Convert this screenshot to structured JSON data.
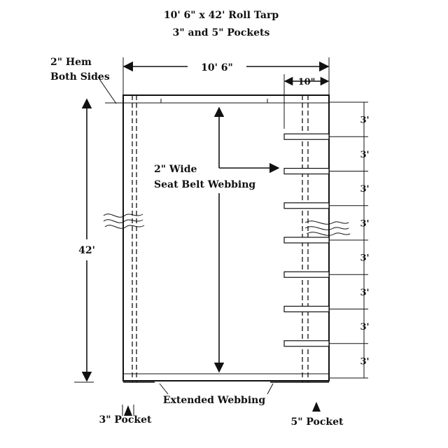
{
  "title": {
    "line1": "10' 6\" x 42' Roll Tarp",
    "line2": "3\" and 5\" Pockets"
  },
  "labels": {
    "hem": "2\" Hem",
    "hem_sides": "Both Sides",
    "width": "10' 6\"",
    "inset": "10\"",
    "webbing_1": "2\" Wide",
    "webbing_2": "Seat Belt Webbing",
    "length": "42'",
    "extended": "Extended Webbing",
    "pocket_left": "3\" Pocket",
    "pocket_right": "5\" Pocket"
  },
  "segments": [
    "3'",
    "3'",
    "3'",
    "3'",
    "3'",
    "3'",
    "3'",
    "3'"
  ],
  "colors": {
    "ink": "#111111",
    "background": "#ffffff"
  }
}
